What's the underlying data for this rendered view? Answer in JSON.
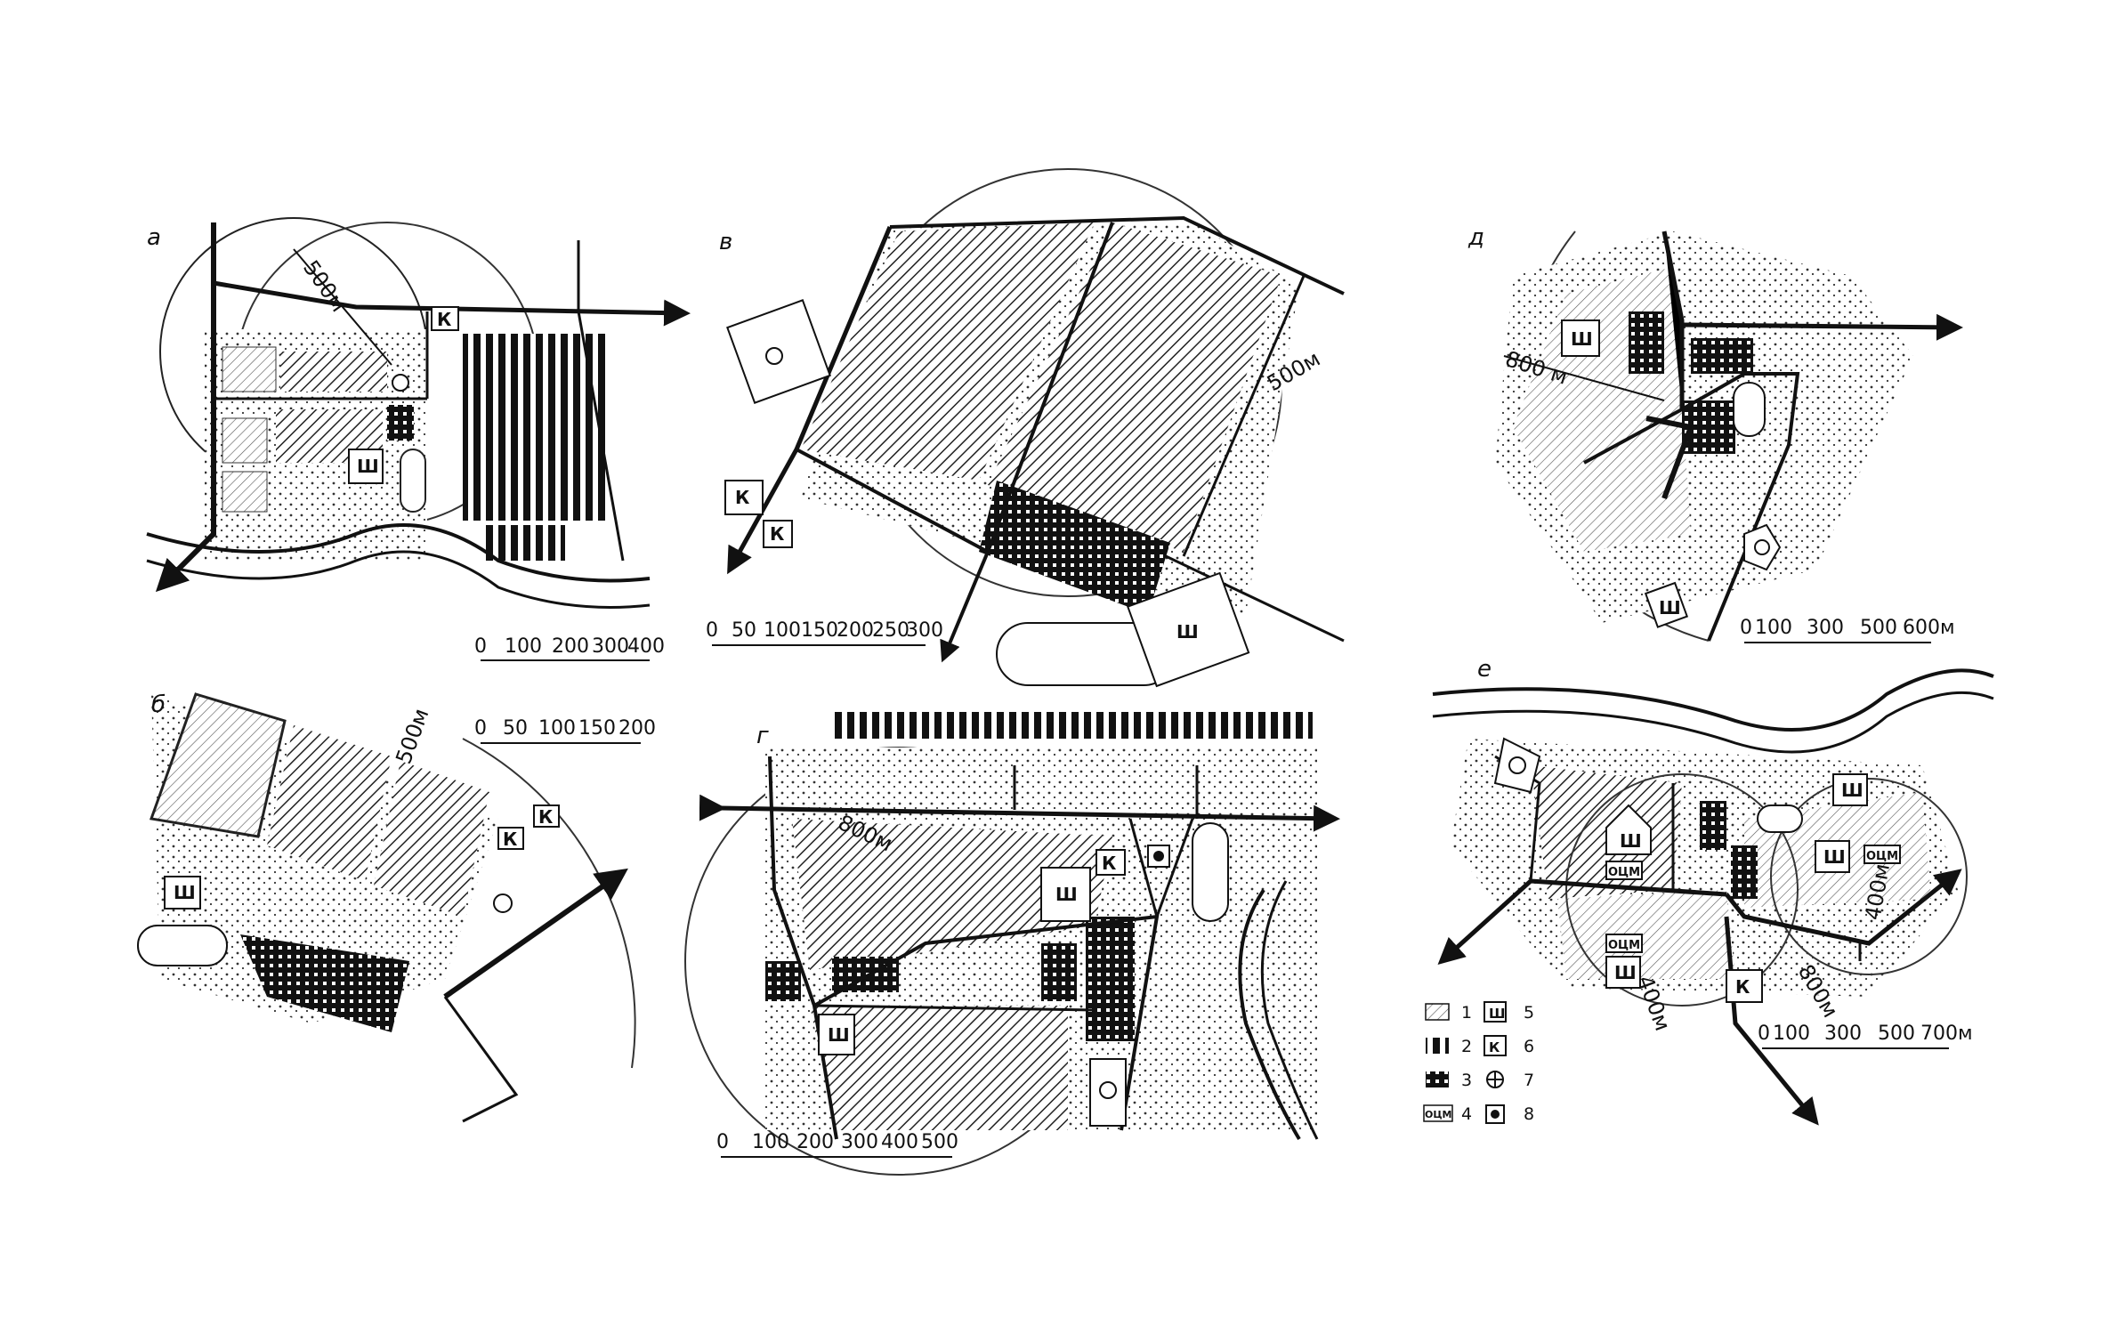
{
  "panels": {
    "a": {
      "letter": "а",
      "radius": "500м",
      "scale": [
        "0",
        "100",
        "200",
        "300",
        "400"
      ]
    },
    "b": {
      "letter": "б",
      "radius": "500м",
      "scale": [
        "0",
        "50",
        "100",
        "150",
        "200"
      ]
    },
    "v": {
      "letter": "в",
      "radius": "500м",
      "scale": [
        "0",
        "50",
        "100",
        "150",
        "200",
        "250",
        "300"
      ]
    },
    "g": {
      "letter": "г",
      "radius": "800м",
      "scale": [
        "0",
        "100",
        "200",
        "300",
        "400",
        "500"
      ]
    },
    "d": {
      "letter": "д",
      "radius": "800 м",
      "scale": [
        "0",
        "100",
        "300",
        "500",
        "600м"
      ]
    },
    "e": {
      "letter": "е",
      "radius_main": "800м",
      "radius_small_1": "400м",
      "radius_small_2": "400м",
      "scale": [
        "0",
        "100",
        "300",
        "500",
        "700м"
      ]
    }
  },
  "symbols": {
    "school": "Ш",
    "club": "К",
    "shop": "ОЦМ"
  },
  "legend": [
    {
      "num": "1",
      "sym_num": "5"
    },
    {
      "num": "2",
      "sym_num": "6"
    },
    {
      "num": "3",
      "sym_num": "7"
    },
    {
      "num": "4",
      "sym_num": "8"
    }
  ]
}
